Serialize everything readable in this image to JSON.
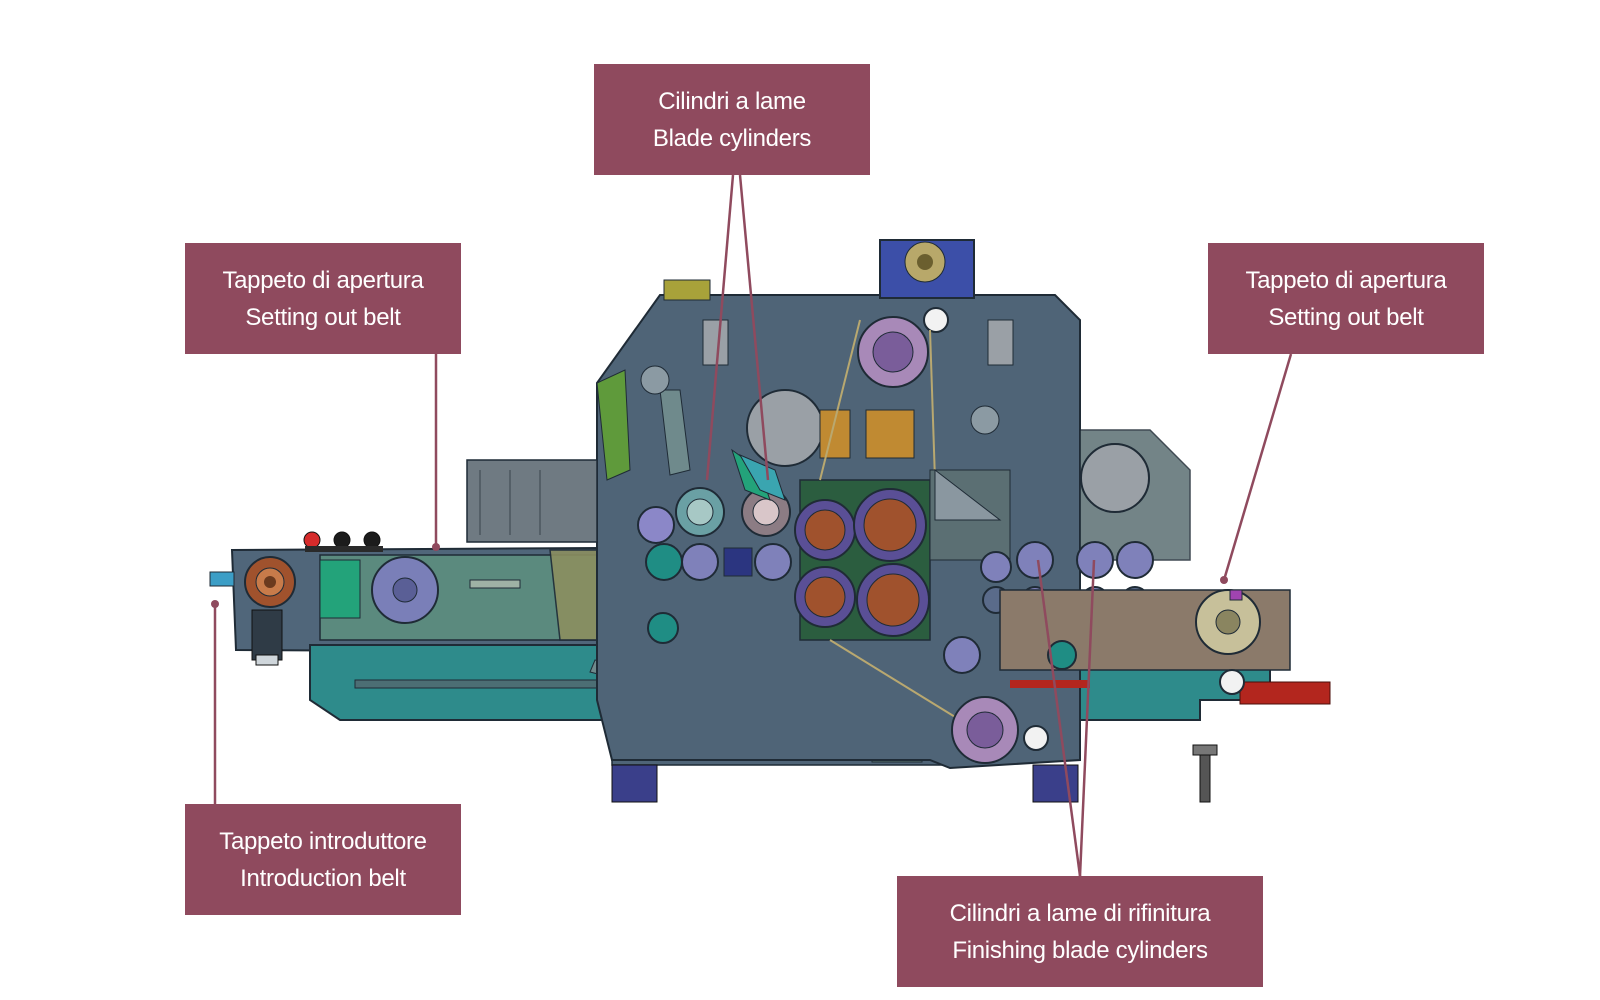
{
  "colors": {
    "callout_bg": "#8f4a5e",
    "callout_text": "#ffffff",
    "leader_line": "#8f4a5e",
    "machine_frame": "#4f6477",
    "conveyor_base": "#2e8b8b",
    "roller_copper": "#a0522d",
    "roller_purple": "#7a5d9a"
  },
  "callouts": {
    "blade_cylinders": {
      "line1": "Cilindri a lame",
      "line2": "Blade cylinders"
    },
    "setting_out_left": {
      "line1": "Tappeto di apertura",
      "line2": "Setting out belt"
    },
    "setting_out_right": {
      "line1": "Tappeto di apertura",
      "line2": "Setting out belt"
    },
    "introduction_belt": {
      "line1": "Tappeto introduttore",
      "line2": "Introduction belt"
    },
    "finishing_blade_cylinders": {
      "line1": "Cilindri a lame di rifinitura",
      "line2": "Finishing blade cylinders"
    }
  }
}
